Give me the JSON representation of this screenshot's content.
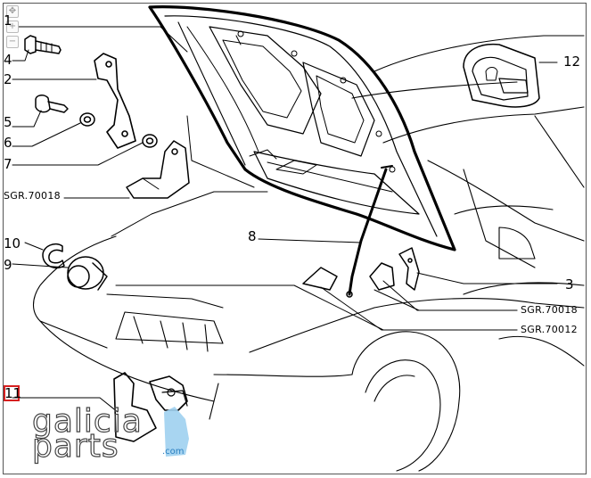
{
  "viewer": {
    "tools": [
      {
        "icon": "pan-arrows-icon",
        "glyph": "✥"
      },
      {
        "icon": "zoom-in-icon",
        "glyph": "+"
      },
      {
        "icon": "zoom-out-icon",
        "glyph": "−"
      }
    ]
  },
  "callouts": {
    "c1": "1",
    "c2": "2",
    "c3": "3",
    "c4": "4",
    "c5": "5",
    "c6": "6",
    "c7": "7",
    "c8": "8",
    "c9": "9",
    "c10": "10",
    "c11": "11",
    "c12": "12",
    "ref1": "SGR.70018",
    "ref2": "SGR.70018",
    "ref3": "SGR.70012"
  },
  "watermark": {
    "line1": "galicia",
    "line2": "parts",
    "suffix": ".com",
    "colors": {
      "text": "#444444",
      "accent": "#2a7fc0",
      "highlight": "#9fd0f0"
    }
  },
  "highlight": {
    "color": "#d62020"
  }
}
